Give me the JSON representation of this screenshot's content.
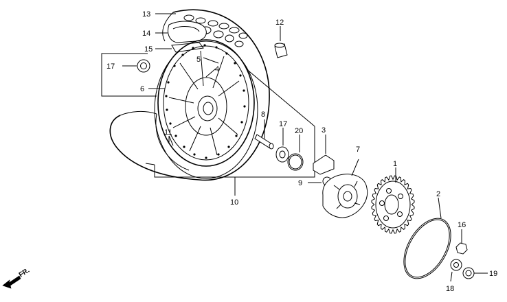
{
  "callouts": {
    "c1": "1",
    "c2": "2",
    "c3": "3",
    "c4": "4",
    "c5": "5",
    "c6": "6",
    "c7": "7",
    "c8": "8",
    "c9": "9",
    "c10": "10",
    "c11": "11",
    "c12": "12",
    "c13": "13",
    "c14": "14",
    "c15": "15",
    "c16": "16",
    "c17a": "17",
    "c17b": "17",
    "c18": "18",
    "c19": "19",
    "c20": "20"
  },
  "direction_mark": "FR."
}
